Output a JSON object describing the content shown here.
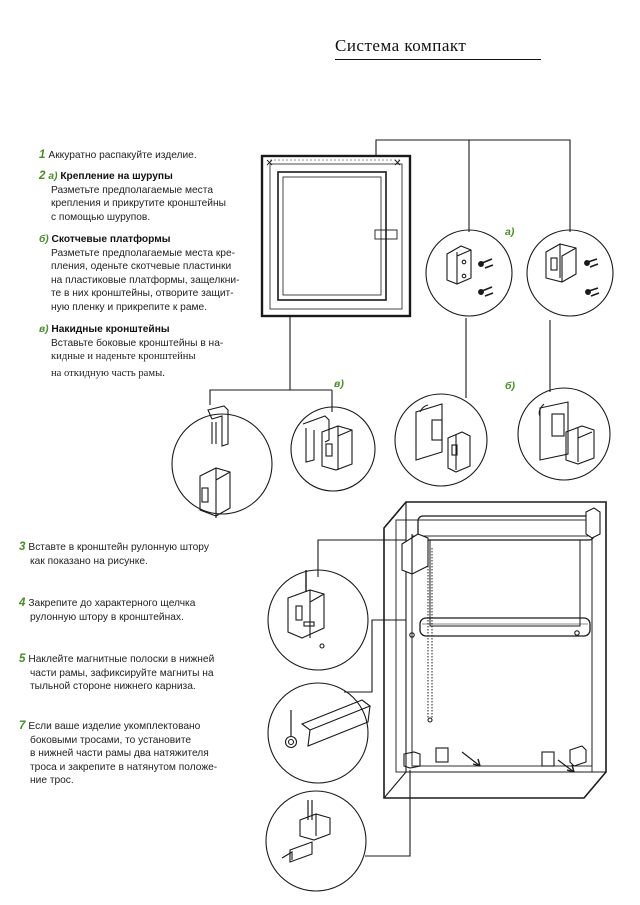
{
  "title": "Система компакт",
  "steps": {
    "s1": {
      "num": "1",
      "text": "Аккуратно распакуйте изделие."
    },
    "s2a": {
      "num": "2",
      "sub": "а)",
      "head": "Крепление на шурупы",
      "lines": [
        "Разметьте предполагаемые места",
        "крепления и прикрутите кронштейны",
        "с помощью шурупов."
      ]
    },
    "s2b": {
      "sub": "б)",
      "head": "Скотчевые платформы",
      "lines": [
        "Разметьте предполагаемые места кре-",
        "пления, оденьте скотчевые пластинки",
        "на пластиковые платформы, защелкни-",
        "те в них кронштейны, отворите защит-",
        "ную пленку и прикрепите к раме."
      ]
    },
    "s2c": {
      "sub": "в)",
      "head": "Накидные кронштейны",
      "lines": [
        "Вставьте боковые кронштейны в на-",
        "кидные и наденьте кронштейны",
        "на откидную часть рамы."
      ]
    },
    "s3": {
      "num": "3",
      "lines": [
        "Вставте в кронштейн рулонную штору",
        "как показано на рисунке."
      ]
    },
    "s4": {
      "num": "4",
      "lines": [
        "Закрепите до характерного щелчка",
        "рулонную штору в кронштейнах."
      ]
    },
    "s5": {
      "num": "5",
      "lines": [
        "Наклейте магнитные полоски в нижней",
        "части рамы, зафиксируйте магниты на",
        "тыльной стороне нижнего карниза."
      ]
    },
    "s7": {
      "num": "7",
      "lines": [
        "Если ваше изделие укомплектовано",
        "боковыми тросами, то установите",
        "в нижней части рамы два натяжителя",
        "троса и закрепите в натянутом положе-",
        "ние трос."
      ]
    }
  },
  "labels": {
    "a": "а)",
    "b": "б)",
    "v": "в)"
  },
  "colors": {
    "accent": "#4a8a2a",
    "line": "#1a1a1a"
  }
}
